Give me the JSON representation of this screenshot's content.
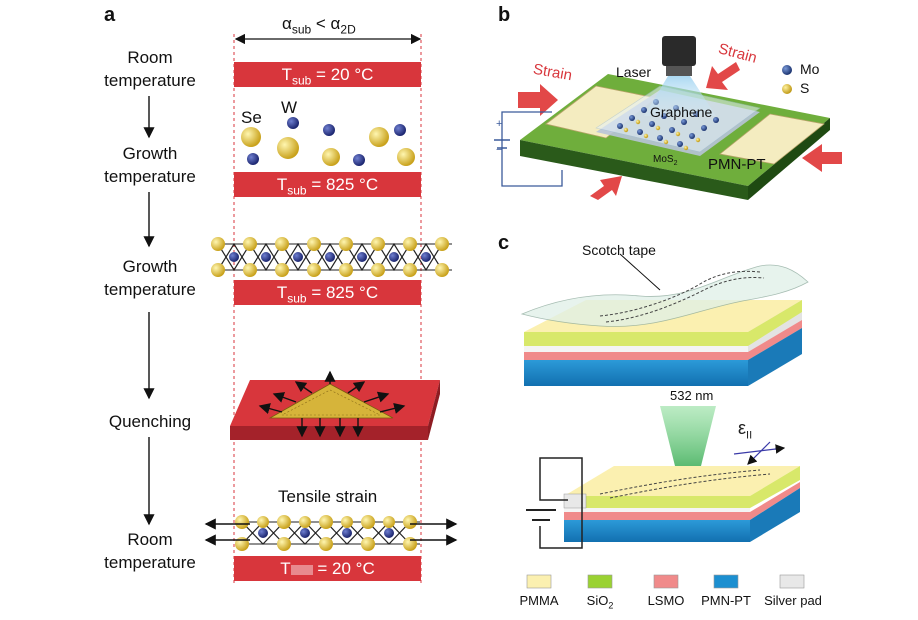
{
  "panels": {
    "a": "a",
    "b": "b",
    "c": "c"
  },
  "panel_a": {
    "top_label_alpha_sub": "α",
    "top_label_sub": "sub",
    "top_label_lt": " < α",
    "top_label_2d": "2D",
    "stages": [
      {
        "line1": "Room",
        "line2": "temperature"
      },
      {
        "line1": "Growth",
        "line2": "temperature"
      },
      {
        "line1": "Growth",
        "line2": "temperature"
      },
      {
        "line1": "Quenching",
        "line2": ""
      },
      {
        "line1": "Room",
        "line2": "temperature"
      }
    ],
    "bars": [
      {
        "prefix": "T",
        "sub": "sub",
        "value": " = 20 °C"
      },
      {
        "prefix": "T",
        "sub": "sub",
        "value": " = 825 °C"
      },
      {
        "prefix": "T",
        "sub": "sub",
        "value": " = 825 °C"
      },
      {
        "prefix": "T",
        "sub": "",
        "value": " = 20 °C"
      }
    ],
    "se_label": "Se",
    "w_label": "W",
    "tensile_label": "Tensile strain",
    "colors": {
      "bar": "#d8363c",
      "se": "#e6c43a",
      "w": "#2d3a8c"
    }
  },
  "panel_b": {
    "laser": "Laser",
    "strain_left": "Strain",
    "strain_right": "Strain",
    "graphene": "Graphene",
    "mos2_prefix": "MoS",
    "mos2_sub": "2",
    "pmnpt": "PMN-PT",
    "legend": [
      {
        "name": "Mo",
        "color": "#2d4c8c"
      },
      {
        "name": "S",
        "color": "#e6c43a"
      }
    ],
    "plus": "+",
    "minus": "−"
  },
  "panel_c": {
    "scotch_tape": "Scotch tape",
    "wavelength": "532 nm",
    "strain_symbol": "ε",
    "strain_sub": "II",
    "legend": [
      {
        "name": "PMMA",
        "sub": "",
        "color": "#fbf0b0"
      },
      {
        "name": "SiO",
        "sub": "2",
        "color": "#9ad232"
      },
      {
        "name": "LSMO",
        "sub": "",
        "color": "#f08a8a"
      },
      {
        "name": "PMN-PT",
        "sub": "",
        "color": "#1c8fd0"
      },
      {
        "name": "Silver pad",
        "sub": "",
        "color": "#e8e8e8"
      }
    ]
  }
}
